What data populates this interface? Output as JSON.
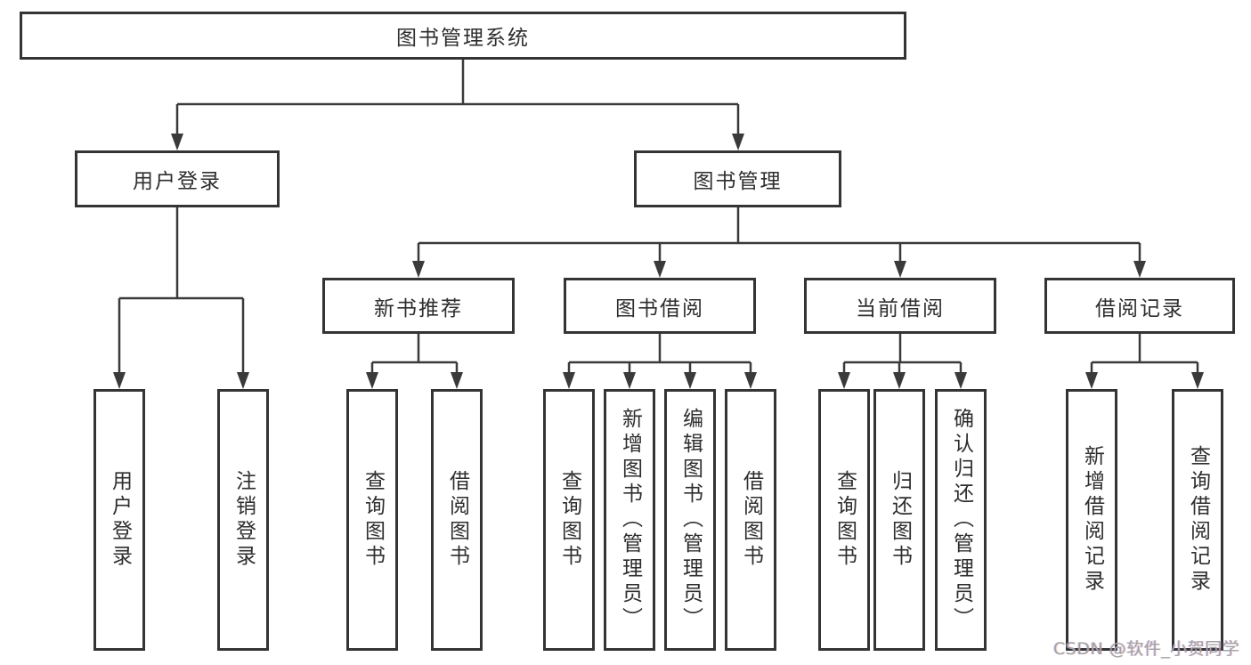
{
  "diagram_title": "图书管理系统",
  "tree": {
    "root": {
      "label": "图书管理系统",
      "children": [
        {
          "label": "用户登录",
          "children": [
            {
              "label": "用户登录"
            },
            {
              "label": "注销登录"
            }
          ]
        },
        {
          "label": "图书管理",
          "children": [
            {
              "label": "新书推荐",
              "children": [
                {
                  "label": "查询图书"
                },
                {
                  "label": "借阅图书"
                }
              ]
            },
            {
              "label": "图书借阅",
              "children": [
                {
                  "label": "查询图书"
                },
                {
                  "label": "新增图书（管理员）"
                },
                {
                  "label": "编辑图书（管理员）"
                },
                {
                  "label": "借阅图书"
                }
              ]
            },
            {
              "label": "当前借阅",
              "children": [
                {
                  "label": "查询图书"
                },
                {
                  "label": "归还图书"
                },
                {
                  "label": "确认归还（管理员）"
                }
              ]
            },
            {
              "label": "借阅记录",
              "children": [
                {
                  "label": "新增借阅记录"
                },
                {
                  "label": "查询借阅记录"
                }
              ]
            }
          ]
        }
      ]
    }
  },
  "watermark": "CSDN @软件_小贺同学",
  "colors": {
    "line": "#3a3a3a",
    "box_border": "#343434",
    "text": "#2e2e2e",
    "watermark": "#a3a3a3",
    "background": "#ffffff"
  }
}
